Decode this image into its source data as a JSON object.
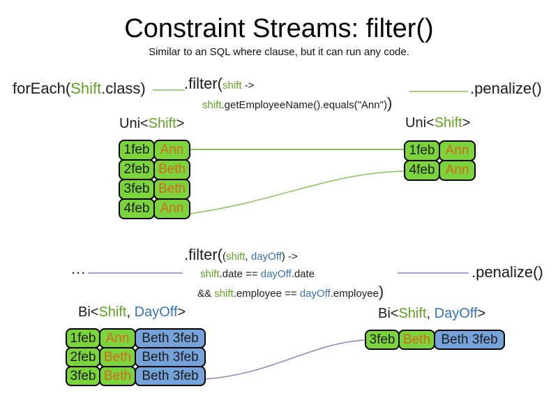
{
  "slide": {
    "title": "Constraint Streams: filter()",
    "subtitle": "Similar to an SQL where clause, but it can run any code."
  },
  "colors": {
    "green_text": "#61a224",
    "blue_text": "#3872b8",
    "orange_text": "#d2691e",
    "green_cell": "#7cd43d",
    "blue_cell": "#75a3d9",
    "green_line": "#8abf5b",
    "purple_line": "#9a7cb6",
    "black": "#1c1c1c"
  },
  "flow1": {
    "source_runs": [
      "forEach(",
      "Shift",
      ".class)"
    ],
    "filter_line1": [
      ".filter(",
      "shift",
      " ->"
    ],
    "filter_line2": [
      "shift",
      ".getEmployeeName().equals(\"Ann\")",
      ")"
    ],
    "penalize": ".penalize()"
  },
  "flow2": {
    "source": "...",
    "filter_line1": [
      ".filter(",
      "(",
      "shift",
      ", ",
      "dayOff",
      ") ->"
    ],
    "filter_line2": [
      "shift",
      ".date == ",
      "dayOff",
      ".date"
    ],
    "filter_line3": [
      "&& ",
      "shift",
      ".employee == ",
      "dayOff",
      ".employee",
      ")"
    ],
    "penalize": ".penalize()"
  },
  "type_labels": {
    "uni_left": [
      "Uni<",
      "Shift",
      ">"
    ],
    "uni_right": [
      "Uni<",
      "Shift",
      ">"
    ],
    "bi_left": [
      "Bi<",
      "Shift",
      ", ",
      "DayOff",
      ">"
    ],
    "bi_right": [
      "Bi<",
      "Shift",
      ", ",
      "DayOff",
      ">"
    ]
  },
  "tables": {
    "uni_source": {
      "rows": [
        {
          "date": "1feb",
          "name": "Ann"
        },
        {
          "date": "2feb",
          "name": "Beth"
        },
        {
          "date": "3feb",
          "name": "Beth"
        },
        {
          "date": "4feb",
          "name": "Ann"
        }
      ]
    },
    "uni_filtered": {
      "rows": [
        {
          "date": "1feb",
          "name": "Ann"
        },
        {
          "date": "4feb",
          "name": "Ann"
        }
      ]
    },
    "bi_source": {
      "rows": [
        {
          "date": "1feb",
          "name": "Ann",
          "pair": "Beth 3feb"
        },
        {
          "date": "2feb",
          "name": "Beth",
          "pair": "Beth 3feb"
        },
        {
          "date": "3feb",
          "name": "Beth",
          "pair": "Beth 3feb"
        }
      ]
    },
    "bi_filtered": {
      "rows": [
        {
          "date": "3feb",
          "name": "Beth",
          "pair": "Beth 3feb"
        }
      ]
    }
  }
}
